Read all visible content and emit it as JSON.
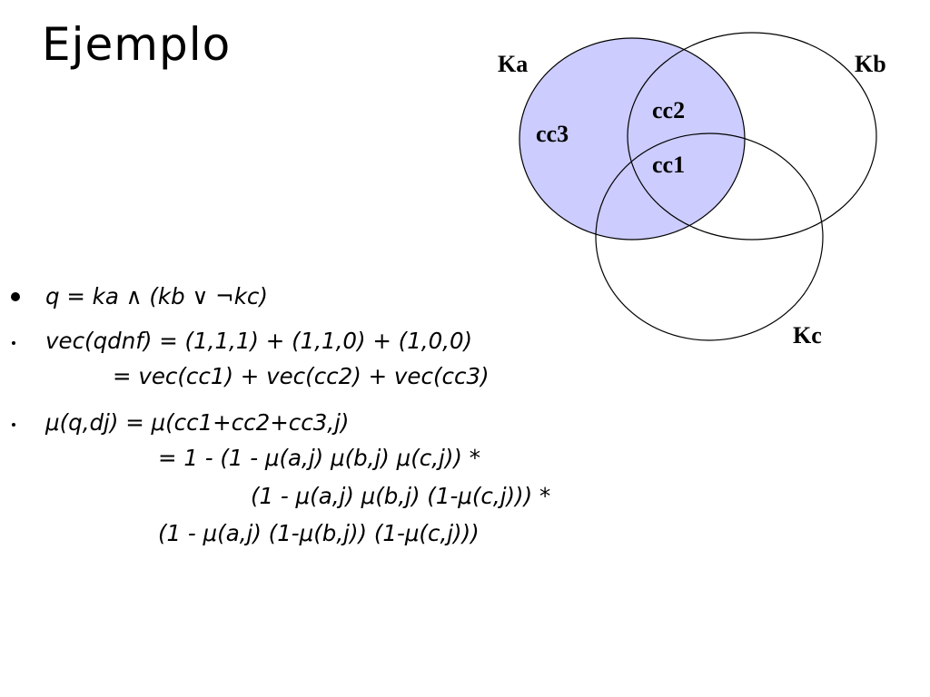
{
  "slide": {
    "title": "Ejemplo"
  },
  "venn": {
    "colors": {
      "ka_fill": "#ccccff",
      "stroke": "#000000"
    },
    "labels": {
      "ka": "Ka",
      "kb": "Kb",
      "kc": "Kc",
      "cc1": "cc1",
      "cc2": "cc2",
      "cc3": "cc3"
    }
  },
  "bullets": [
    {
      "style": "large-dot",
      "lines": [
        "q = ka  ∧  (kb  ∨  ¬kc)"
      ]
    },
    {
      "style": "small-dot",
      "lines": [
        "vec(qdnf) = (1,1,1) + (1,1,0) + (1,0,0)",
        "= vec(cc1) + vec(cc2) + vec(cc3)"
      ]
    },
    {
      "style": "small-dot",
      "lines": [
        "μ(q,dj) =  μ(cc1+cc2+cc3,j)",
        "=  1 - (1 - μ(a,j) μ(b,j) μ(c,j)) *",
        "(1 - μ(a,j) μ(b,j) (1-μ(c,j))) *",
        "(1 - μ(a,j) (1-μ(b,j)) (1-μ(c,j)))"
      ]
    }
  ]
}
